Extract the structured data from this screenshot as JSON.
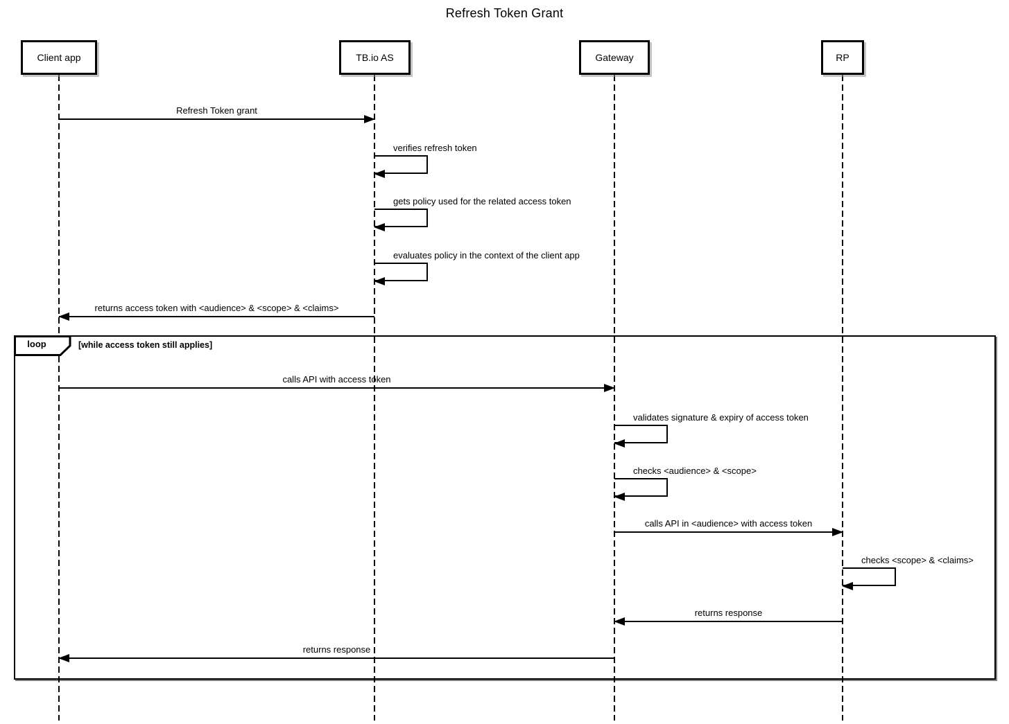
{
  "diagram_type": "uml-sequence",
  "title": "Refresh Token Grant",
  "actors": [
    {
      "id": "client-app",
      "label": "Client app"
    },
    {
      "id": "tbio-as",
      "label": "TB.io AS"
    },
    {
      "id": "gateway",
      "label": "Gateway"
    },
    {
      "id": "rp",
      "label": "RP"
    }
  ],
  "loop": {
    "operator": "loop",
    "condition": "[while access token still applies]"
  },
  "messages": [
    {
      "from": "Client app",
      "to": "TB.io AS",
      "kind": "arrow",
      "label": "Refresh Token grant"
    },
    {
      "from": "TB.io AS",
      "to": "TB.io AS",
      "kind": "self",
      "label": "verifies refresh token"
    },
    {
      "from": "TB.io AS",
      "to": "TB.io AS",
      "kind": "self",
      "label": "gets policy used for the related access token"
    },
    {
      "from": "TB.io AS",
      "to": "TB.io AS",
      "kind": "self",
      "label": "evaluates policy in the context of the client app"
    },
    {
      "from": "TB.io AS",
      "to": "Client app",
      "kind": "arrow",
      "label": "returns access token with <audience> & <scope> & <claims>"
    },
    {
      "from": "Client app",
      "to": "Gateway",
      "kind": "arrow",
      "label": "calls API with access token",
      "in_loop": true
    },
    {
      "from": "Gateway",
      "to": "Gateway",
      "kind": "self",
      "label": "validates signature & expiry of access token",
      "in_loop": true
    },
    {
      "from": "Gateway",
      "to": "Gateway",
      "kind": "self",
      "label": "checks <audience> & <scope>",
      "in_loop": true
    },
    {
      "from": "Gateway",
      "to": "RP",
      "kind": "arrow",
      "label": "calls API in <audience> with access token",
      "in_loop": true
    },
    {
      "from": "RP",
      "to": "RP",
      "kind": "self",
      "label": "checks <scope> & <claims>",
      "in_loop": true
    },
    {
      "from": "RP",
      "to": "Gateway",
      "kind": "arrow",
      "label": "returns response",
      "in_loop": true
    },
    {
      "from": "Gateway",
      "to": "Client app",
      "kind": "arrow",
      "label": "returns response",
      "in_loop": true
    }
  ],
  "colors": {
    "line": "#000000",
    "text": "#000000",
    "background": "#ffffff"
  }
}
